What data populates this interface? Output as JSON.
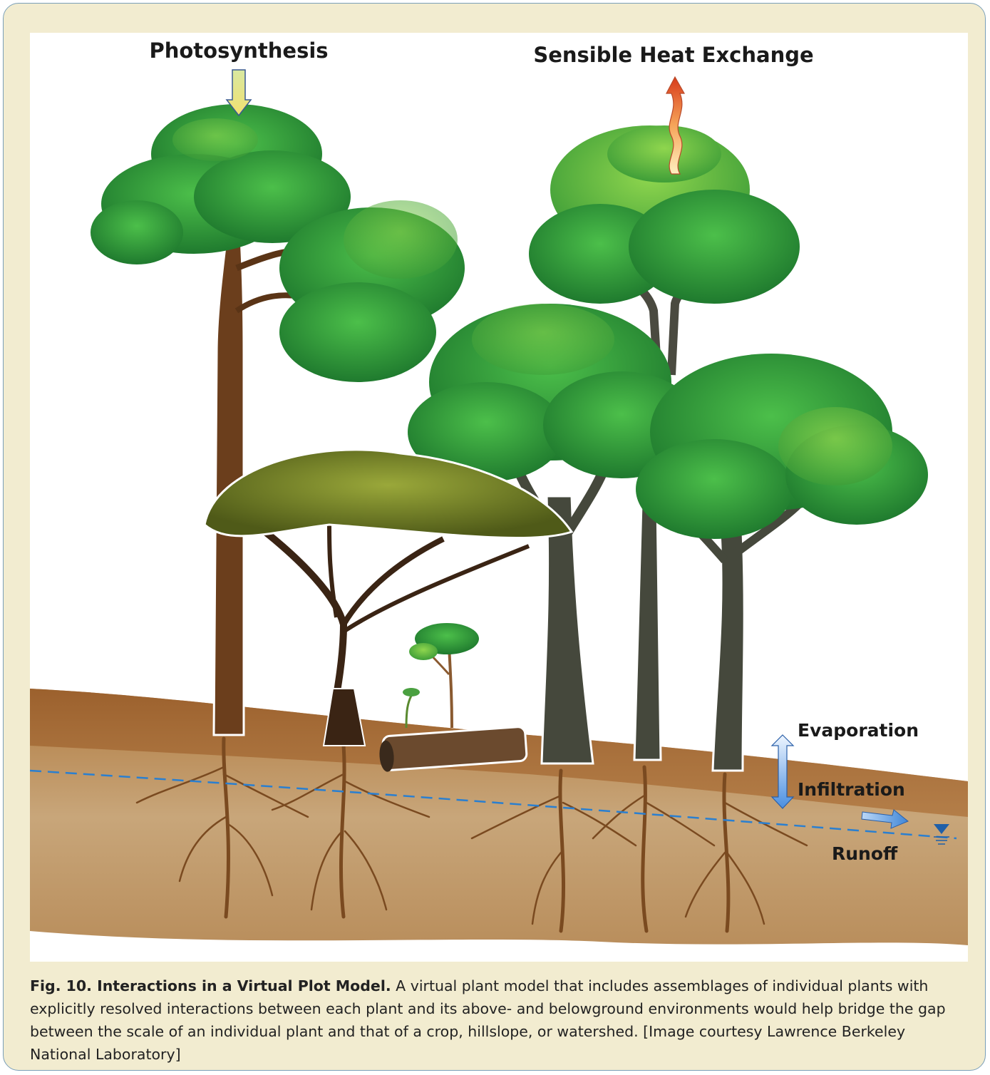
{
  "labels": {
    "photosynthesis": "Photosynthesis",
    "sensible_heat": "Sensible Heat Exchange",
    "evaporation": "Evaporation",
    "infiltration": "Infiltration",
    "runoff": "Runoff"
  },
  "caption": {
    "title": "Fig. 10. Interactions in a Virtual Plot Model.",
    "body": " A virtual plant model that includes assemblages of individual plants with explicitly resolved interactions between each plant and its above- and belowground environments would help bridge the gap between the scale of an individual plant and that of a crop, hillslope, or watershed. [Image courtesy Lawrence Berkeley National Laboratory]"
  },
  "colors": {
    "frame_bg": "#f2ecd0",
    "frame_border": "#7a9fb8",
    "soil_top": "#a8703a",
    "soil_deep": "#c4a277",
    "canopy_green": "#2e9a3c",
    "water_line": "#2a7fd0"
  },
  "icons": [
    "down-arrow-icon",
    "heat-wave-arrow-icon",
    "double-arrow-icon",
    "runoff-arrow-icon",
    "water-table-icon"
  ]
}
